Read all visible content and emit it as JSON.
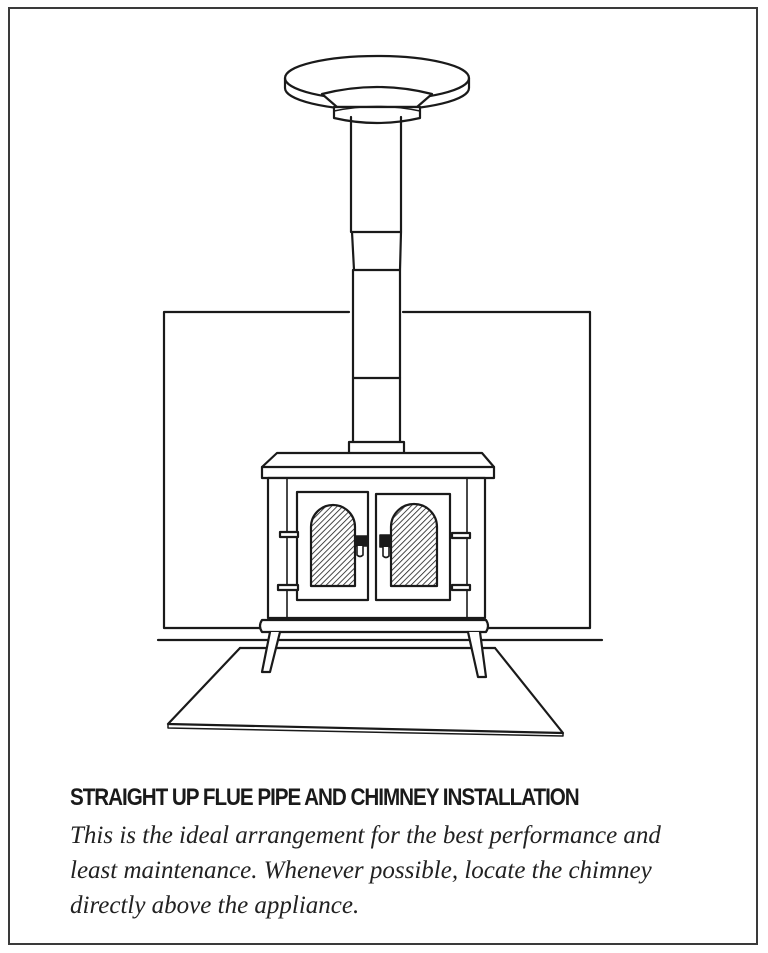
{
  "figure": {
    "illustration": "wood-stove-straight-up-flue-pipe-and-chimney",
    "components": [
      "ceiling-support-plate",
      "flue-pipe",
      "chimney-pipe-joints",
      "stove-top",
      "twin-glass-doors",
      "door-handles",
      "stove-legs",
      "heat-shield-wall-panel",
      "skirting-line",
      "hearth-floor-plate"
    ]
  },
  "caption": {
    "title": "STRAIGHT UP FLUE PIPE AND CHIMNEY INSTALLATION",
    "lines": [
      "This is the ideal arrangement for the best performance and",
      "least maintenance. Whenever possible, locate the chimney",
      "directly above the appliance."
    ]
  },
  "colors": {
    "line": "#1a1a1a",
    "border": "#3a3a3a",
    "background": "#ffffff"
  }
}
